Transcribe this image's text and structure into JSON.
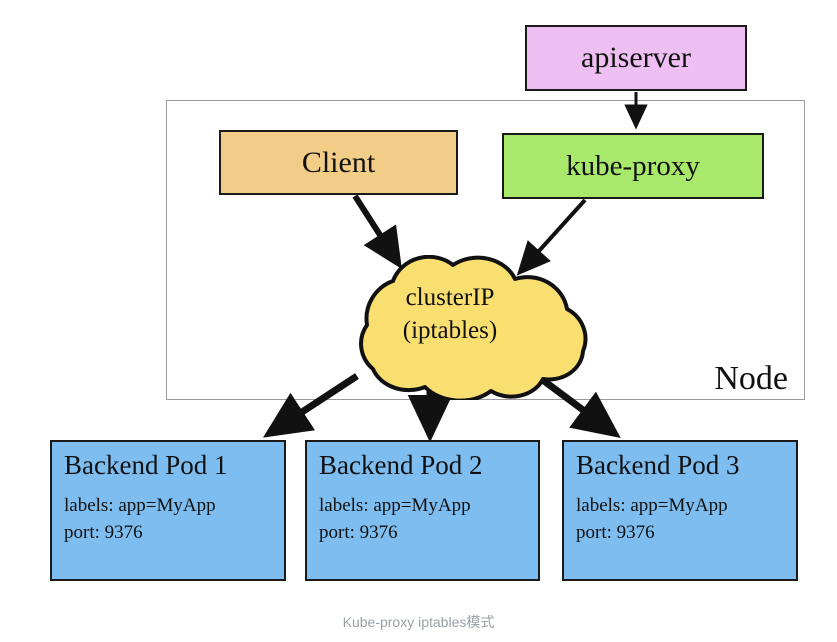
{
  "diagram": {
    "caption": "Kube-proxy iptables模式",
    "node": {
      "label": "Node"
    },
    "boxes": {
      "apiserver": {
        "label": "apiserver",
        "color": "#EEBFF2"
      },
      "client": {
        "label": "Client",
        "color": "#F2CD87"
      },
      "kube_proxy": {
        "label": "kube-proxy",
        "color": "#A8E86A"
      }
    },
    "cloud": {
      "line1": "clusterIP",
      "line2": "(iptables)",
      "color": "#F9DE70"
    },
    "pods": [
      {
        "title": "Backend Pod 1",
        "labels_line": "labels: app=MyApp",
        "port_line": "port: 9376",
        "color": "#7EBDF0"
      },
      {
        "title": "Backend Pod 2",
        "labels_line": "labels: app=MyApp",
        "port_line": "port: 9376",
        "color": "#7EBDF0"
      },
      {
        "title": "Backend Pod 3",
        "labels_line": "labels: app=MyApp",
        "port_line": "port: 9376",
        "color": "#7EBDF0"
      }
    ],
    "edges": [
      {
        "from": "apiserver",
        "to": "kube-proxy"
      },
      {
        "from": "client",
        "to": "clusterIP"
      },
      {
        "from": "kube-proxy",
        "to": "clusterIP"
      },
      {
        "from": "clusterIP",
        "to": "Backend Pod 1"
      },
      {
        "from": "clusterIP",
        "to": "Backend Pod 2"
      },
      {
        "from": "clusterIP",
        "to": "Backend Pod 3"
      }
    ],
    "stroke_color": "#111111"
  }
}
